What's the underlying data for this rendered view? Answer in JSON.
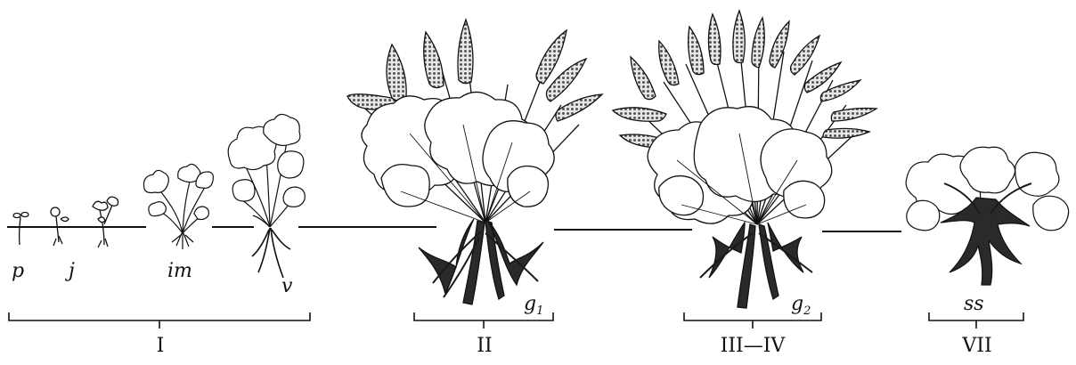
{
  "stage_labels": {
    "p": "p",
    "j": "j",
    "im": "im",
    "v": "v",
    "g1_base": "g",
    "g1_sub": "1",
    "g2_base": "g",
    "g2_sub": "2",
    "ss": "ss"
  },
  "periods": [
    "I",
    "II",
    "III—IV",
    "VII"
  ],
  "colors": {
    "ink": "#111111",
    "spike_fill": "#bdbdbd",
    "root_fill": "#2a2a2a"
  }
}
